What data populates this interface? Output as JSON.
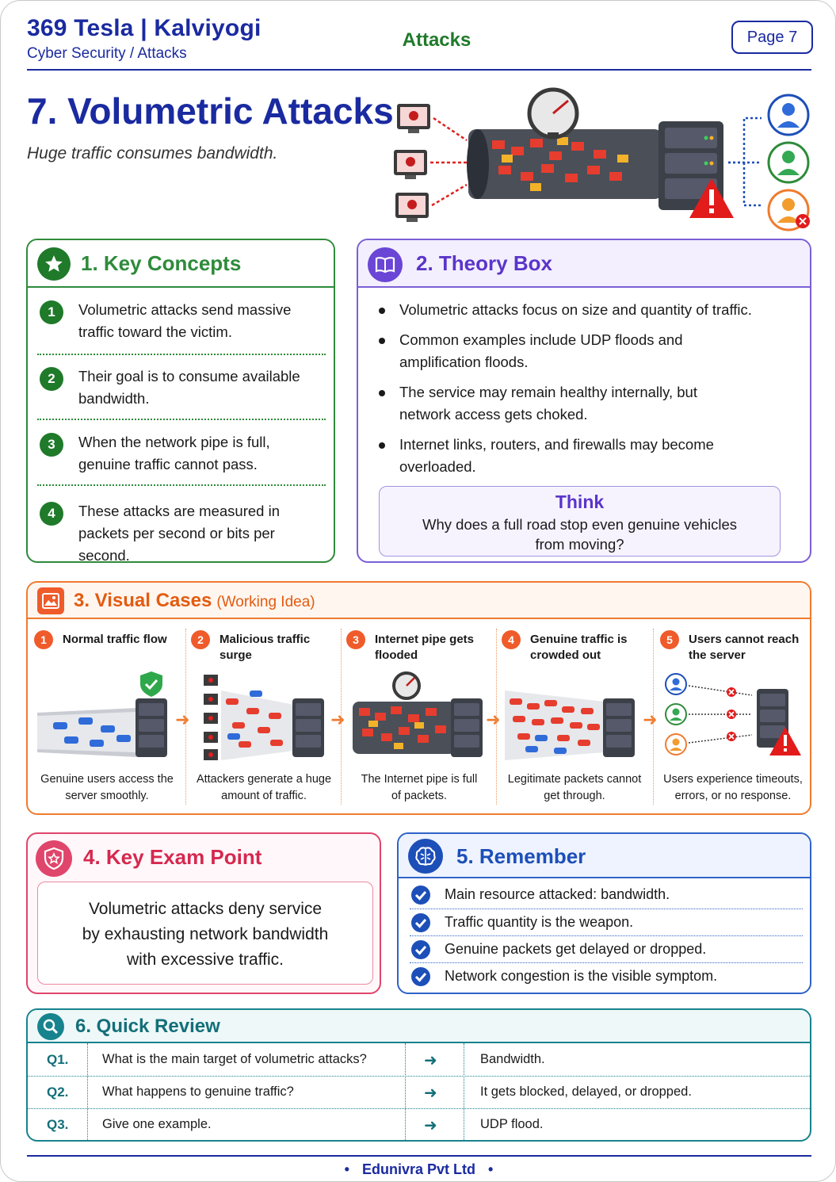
{
  "header": {
    "brand": "369 Tesla | Kalviyogi",
    "subtitle": "Cyber Security / Attacks",
    "topic": "Attacks",
    "page_label": "Page 7"
  },
  "title": "7. Volumetric Attacks",
  "tagline": "Huge traffic consumes bandwidth.",
  "key_concepts": {
    "title": "1.  Key Concepts",
    "items": [
      {
        "num": "1",
        "text_l1": "Volumetric attacks send massive",
        "text_l2": "traffic toward the victim."
      },
      {
        "num": "2",
        "text_l1": "Their goal is to consume available",
        "text_l2": "bandwidth."
      },
      {
        "num": "3",
        "text_l1": "When the network pipe is full,",
        "text_l2": "genuine traffic cannot pass."
      },
      {
        "num": "4",
        "text_l1": "These attacks are measured in",
        "text_l2": "packets per second or bits per second."
      }
    ]
  },
  "theory_box": {
    "title": "2.  Theory Box",
    "items": [
      {
        "l1": "Volumetric attacks focus on size and quantity of traffic.",
        "l2": ""
      },
      {
        "l1": "Common examples include UDP floods and",
        "l2": "amplification floods."
      },
      {
        "l1": "The service may remain healthy internally, but",
        "l2": "network access gets choked."
      },
      {
        "l1": "Internet links, routers, and firewalls may become",
        "l2": "overloaded."
      }
    ],
    "think_title": "Think",
    "think_l1": "Why does a full road stop even genuine vehicles",
    "think_l2": "from moving?"
  },
  "visual_cases": {
    "title": "3. Visual Cases",
    "title_note": "(Working Idea)",
    "cases": [
      {
        "num": "1",
        "label": "Normal traffic flow",
        "cap_l1": "Genuine users access the",
        "cap_l2": "server smoothly."
      },
      {
        "num": "2",
        "label": "Malicious traffic surge",
        "cap_l1": "Attackers generate a huge",
        "cap_l2": "amount of traffic."
      },
      {
        "num": "3",
        "label": "Internet pipe gets flooded",
        "cap_l1": "The Internet pipe is full",
        "cap_l2": "of packets."
      },
      {
        "num": "4",
        "label": "Genuine traffic is crowded out",
        "cap_l1": "Legitimate packets cannot",
        "cap_l2": "get through."
      },
      {
        "num": "5",
        "label": "Users cannot reach the server",
        "cap_l1": "Users experience timeouts,",
        "cap_l2": "errors, or no response."
      }
    ]
  },
  "key_exam": {
    "title": "4.  Key Exam Point",
    "l1": "Volumetric attacks deny service",
    "l2": "by exhausting network bandwidth",
    "l3": "with excessive traffic."
  },
  "remember": {
    "title": "5.  Remember",
    "items": [
      "Main resource attacked: bandwidth.",
      "Traffic quantity is the weapon.",
      "Genuine packets get delayed or dropped.",
      "Network congestion is the visible symptom."
    ]
  },
  "quick_review": {
    "title": "6. Quick Review",
    "rows": [
      {
        "q": "Q1.",
        "question": "What is the main target of volumetric attacks?",
        "answer": "Bandwidth."
      },
      {
        "q": "Q2.",
        "question": "What happens to genuine traffic?",
        "answer": "It gets blocked, delayed, or dropped."
      },
      {
        "q": "Q3.",
        "question": "Give one example.",
        "answer": "UDP flood."
      }
    ]
  },
  "footer": "Edunivra Pvt Ltd",
  "icons": {
    "key_concepts": "star-icon",
    "theory": "book-icon",
    "visual": "image-icon",
    "exam": "shield-star-icon",
    "remember": "brain-icon",
    "review": "magnifier-icon",
    "check": "check-icon",
    "arrow": "arrow-right-icon"
  },
  "colors": {
    "brand": "#1a2aa0",
    "concepts": "#2e8b3a",
    "theory": "#7b5fd6",
    "visual": "#ef7b2f",
    "exam": "#e0456b",
    "remember": "#2f63c9",
    "review": "#17838e"
  }
}
